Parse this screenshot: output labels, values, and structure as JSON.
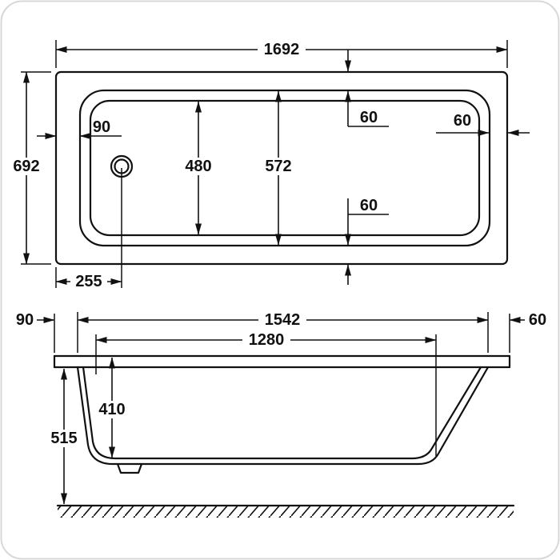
{
  "drawing": {
    "subject": "bathtub-dimension-drawing",
    "line_color": "#111111",
    "background_color": "#ffffff",
    "top_view": {
      "overall_length": "1692",
      "overall_width": "692",
      "left_offset": "90",
      "basin_width": "480",
      "inner_width": "572",
      "top_offset": "60",
      "right_offset": "60",
      "bottom_offset": "60",
      "drain_offset": "255"
    },
    "side_view": {
      "left_overhang": "90",
      "rim_opening_length": "1542",
      "right_overhang": "60",
      "base_length": "1280",
      "depth": "410",
      "height": "515"
    }
  }
}
